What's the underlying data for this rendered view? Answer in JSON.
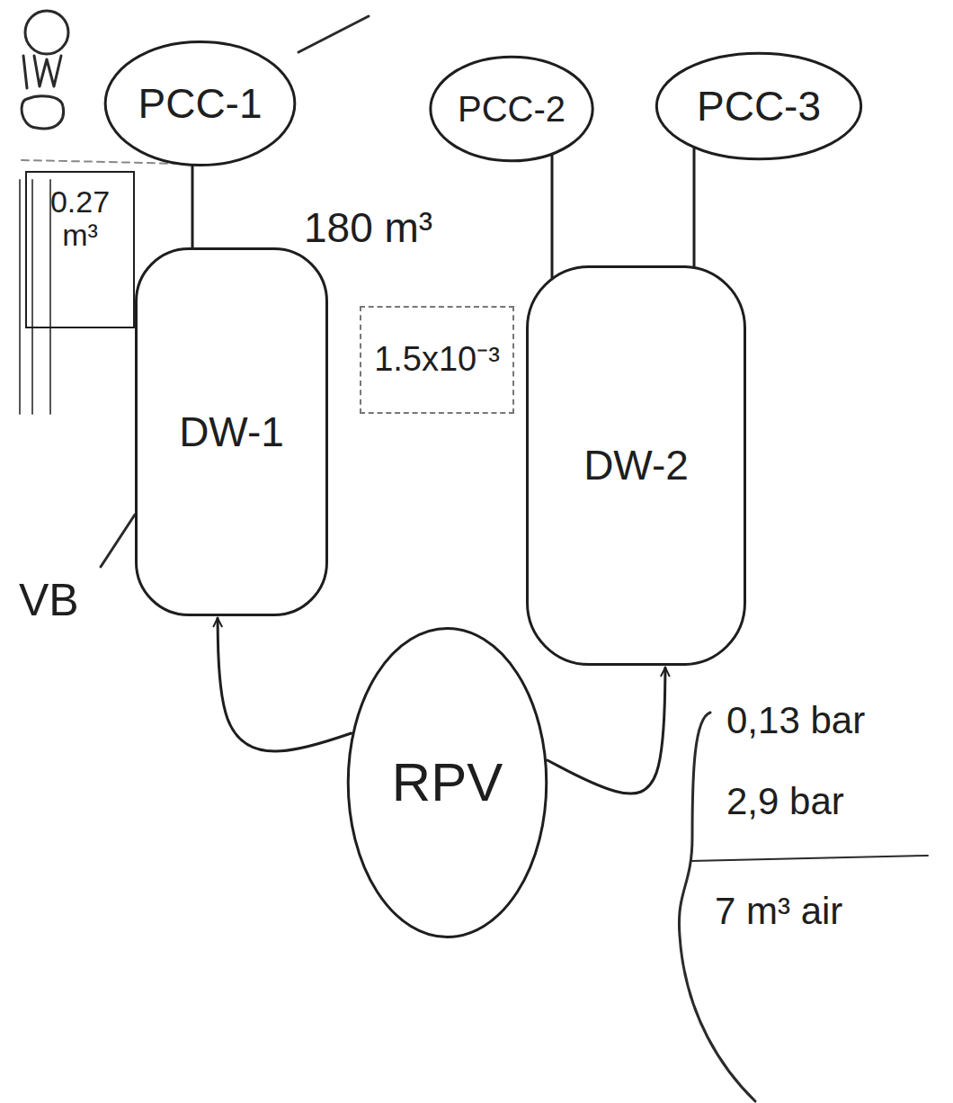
{
  "diagram": {
    "nodes": [
      {
        "text": [
          "PCC-1"
        ]
      },
      {
        "text": [
          "PCC-2"
        ]
      },
      {
        "text": [
          "PCC-3"
        ]
      },
      {
        "text": [
          "0.27 m³"
        ]
      },
      {
        "text": [
          "DW-1"
        ]
      },
      {
        "text": [
          "1.5x10⁻³"
        ]
      },
      {
        "text": [
          "DW-2"
        ]
      },
      {
        "text": [
          "RPV"
        ]
      }
    ],
    "edges": [
      {
        "from": 0,
        "to": 4,
        "arrow": "none"
      },
      {
        "from": 1,
        "to": 6,
        "arrow": "none"
      },
      {
        "from": 2,
        "to": 6,
        "arrow": "none"
      },
      {
        "from": 7,
        "to": 4,
        "arrow": "to"
      },
      {
        "from": 7,
        "to": 6,
        "arrow": "to"
      }
    ],
    "labels": [
      "180 m³",
      "VB",
      "0,13 bar",
      "2,9 bar",
      "7 m³ air"
    ]
  }
}
